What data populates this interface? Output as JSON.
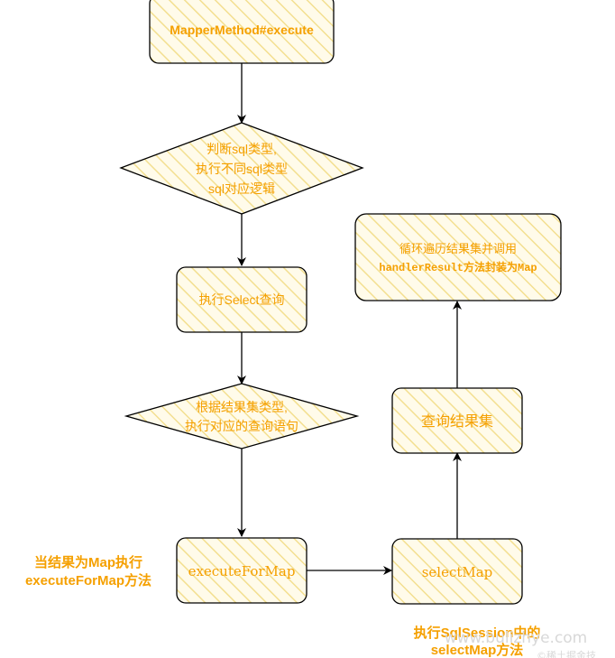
{
  "nodes": {
    "mapper_execute": "MapperMethod#execute",
    "judge_sql_type": [
      "判断sql类型,",
      "执行不同sql类型",
      "sql对应逻辑"
    ],
    "exec_select": "执行Select查询",
    "by_result_type": [
      "根据结果集类型,",
      "执行对应的查询语句"
    ],
    "execute_for_map": "executeForMap",
    "select_map": "selectMap",
    "query_result_set": "查询结果集",
    "loop_result": [
      "循环遍历结果集并调用",
      "handlerResult方法封装为Map"
    ]
  },
  "annotations": {
    "left_note": [
      "当结果为Map执行",
      "executeForMap方法"
    ],
    "bottom_note": [
      "执行SqlSession中的",
      "selectMap方法"
    ]
  },
  "watermark": [
    "www.bulizhye.com",
    "©稀土掘金技"
  ],
  "colors": {
    "text": "#f5a000",
    "fill": "#fff9e6",
    "hatch": "#f3df90",
    "stroke": "#000000"
  }
}
